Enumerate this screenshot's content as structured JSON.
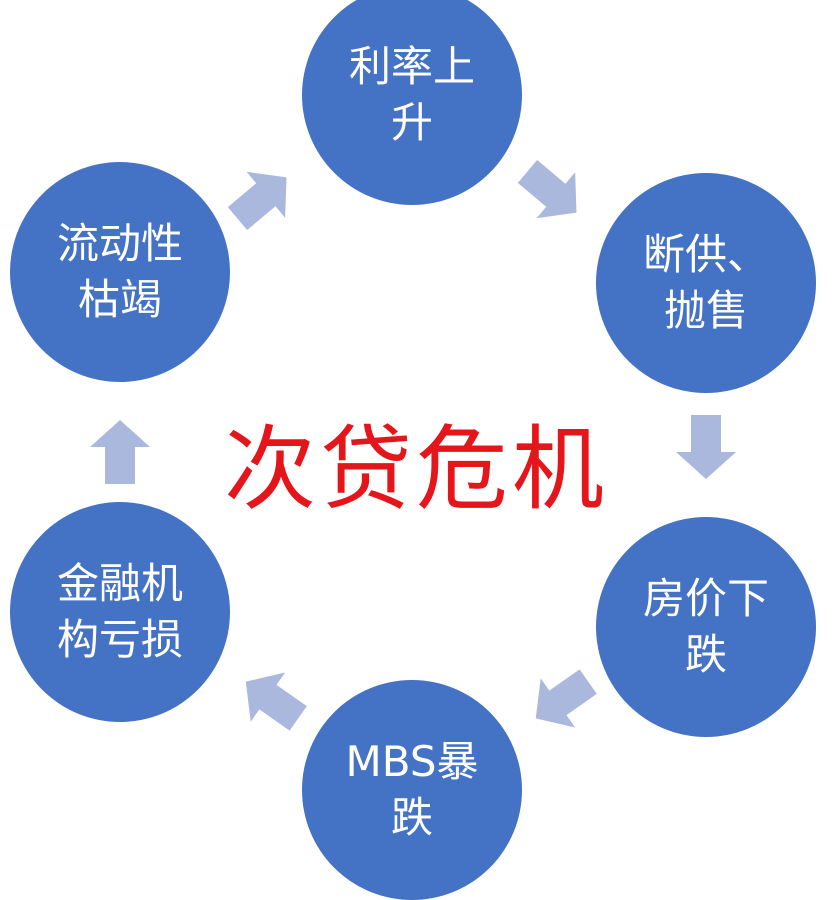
{
  "title": "次贷危机",
  "colors": {
    "node": "#4472C4",
    "arrow": "#A9B8DC",
    "title": "#E4151B"
  },
  "cycle": [
    {
      "label": "利率上升"
    },
    {
      "label": "断供、抛售"
    },
    {
      "label": "房价下跌"
    },
    {
      "label": "MBS暴跌"
    },
    {
      "label": "金融机构亏损"
    },
    {
      "label": "流动性枯竭"
    }
  ]
}
